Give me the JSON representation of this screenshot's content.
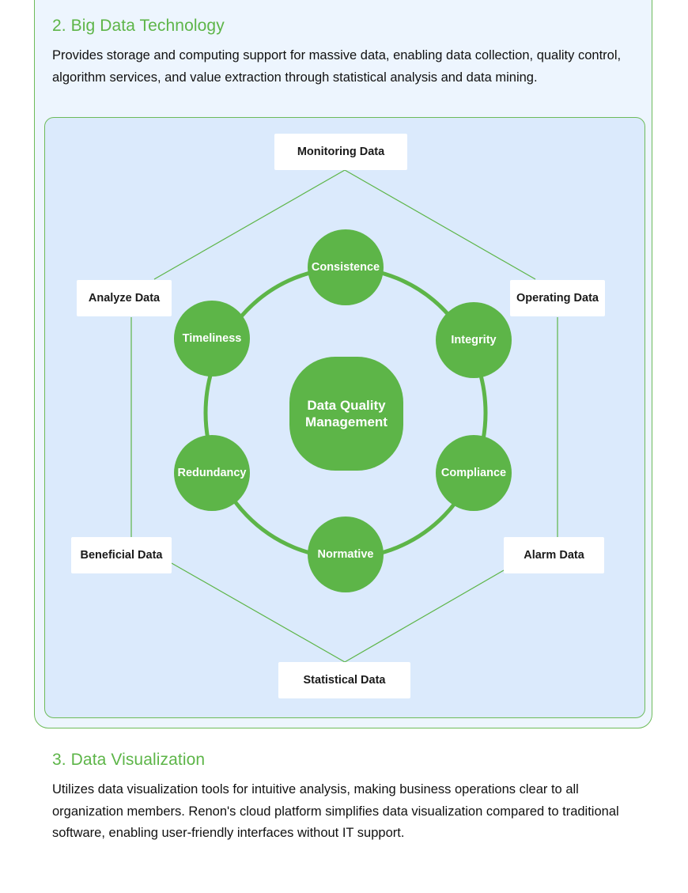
{
  "section2": {
    "title": "2. Big Data Technology",
    "text": "Provides storage and computing support for massive data, enabling data collection, quality control, algorithm services, and value extraction through statistical analysis and data mining."
  },
  "diagram": {
    "center": {
      "line1": "Data Quality",
      "line2": "Management"
    },
    "outer_nodes": {
      "monitoring": "Monitoring Data",
      "operating": "Operating Data",
      "alarm": "Alarm Data",
      "statistical": "Statistical Data",
      "beneficial": "Beneficial Data",
      "analyze": "Analyze Data"
    },
    "ring_nodes": {
      "consistence": "Consistence",
      "integrity": "Integrity",
      "compliance": "Compliance",
      "normative": "Normative",
      "redundancy": "Redundancy",
      "timeliness": "Timeliness"
    },
    "colors": {
      "accent": "#5db548",
      "panel": "#dbeafc",
      "card": "#edf5fe"
    }
  },
  "section3": {
    "title": "3. Data Visualization",
    "text": "Utilizes data visualization tools for intuitive analysis, making business operations clear to all organization members. Renon's cloud platform simplifies data visualization compared to traditional software, enabling user-friendly interfaces without IT support."
  }
}
